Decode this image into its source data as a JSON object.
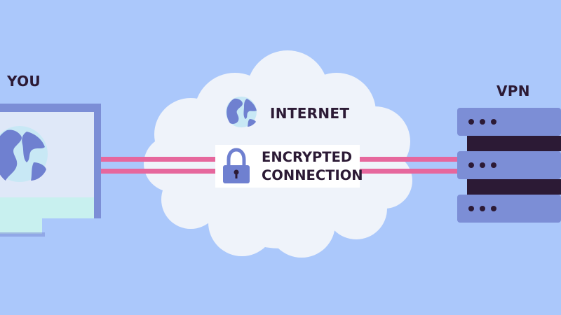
{
  "labels": {
    "you": "YOU",
    "internet": "INTERNET",
    "encrypted_line1": "ENCRYPTED",
    "encrypted_line2": "CONNECTION",
    "vpn": "VPN"
  },
  "icons": {
    "computer": "desktop-monitor-icon",
    "internet": "globe-icon",
    "encryption": "padlock-icon",
    "vpn": "server-rack-icon"
  },
  "colors": {
    "background": "#abc8fb",
    "cloud": "#eff3fa",
    "tunnel_line": "#e6679d",
    "monitor_frame": "#7c8ed6",
    "monitor_screen": "#dfe8f8",
    "monitor_stand": "#c8f0ef",
    "globe_land": "#6f80d0",
    "globe_water": "#c8e8f5",
    "server_unit": "#7c8ed6",
    "server_gap": "#2c1a35",
    "text": "#2c1a35"
  }
}
